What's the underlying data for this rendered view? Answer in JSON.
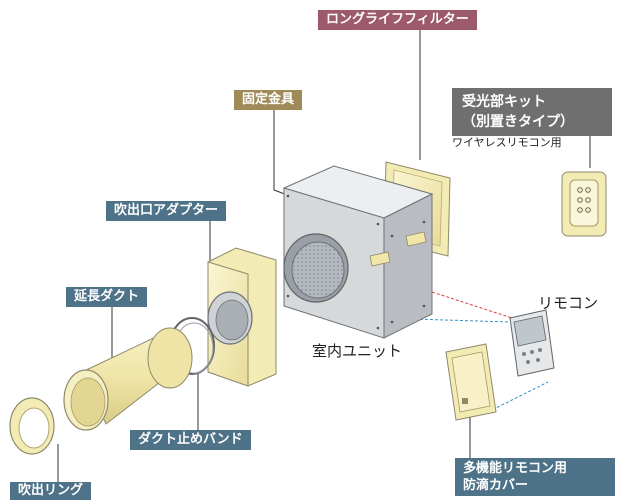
{
  "labels": {
    "long_life_filter": "ロングライフフィルター",
    "receiver_kit_line1": "受光部キット",
    "receiver_kit_line2": "（別置きタイプ）",
    "wireless_remote": "ワイヤレスリモコン用",
    "fixing_bracket": "固定金具",
    "outlet_adapter": "吹出口アダプター",
    "extension_duct": "延長ダクト",
    "indoor_unit": "室内ユニット",
    "remote_control": "リモコン",
    "duct_band": "ダクト止めバンド",
    "multi_remote_line1": "多機能リモコン用",
    "multi_remote_line2": "防滴カバー",
    "outlet_ring": "吹出リング"
  },
  "colors": {
    "tag_blue": "#4e7388",
    "tag_pink": "#9c5a6a",
    "tag_gold": "#a08a58",
    "tag_gray": "#6f6f6f",
    "part_yellow": "#f3ebb4",
    "unit_gray": "#d6d8da",
    "leader_red": "#d9403a",
    "leader_blue": "#3a90c8"
  }
}
